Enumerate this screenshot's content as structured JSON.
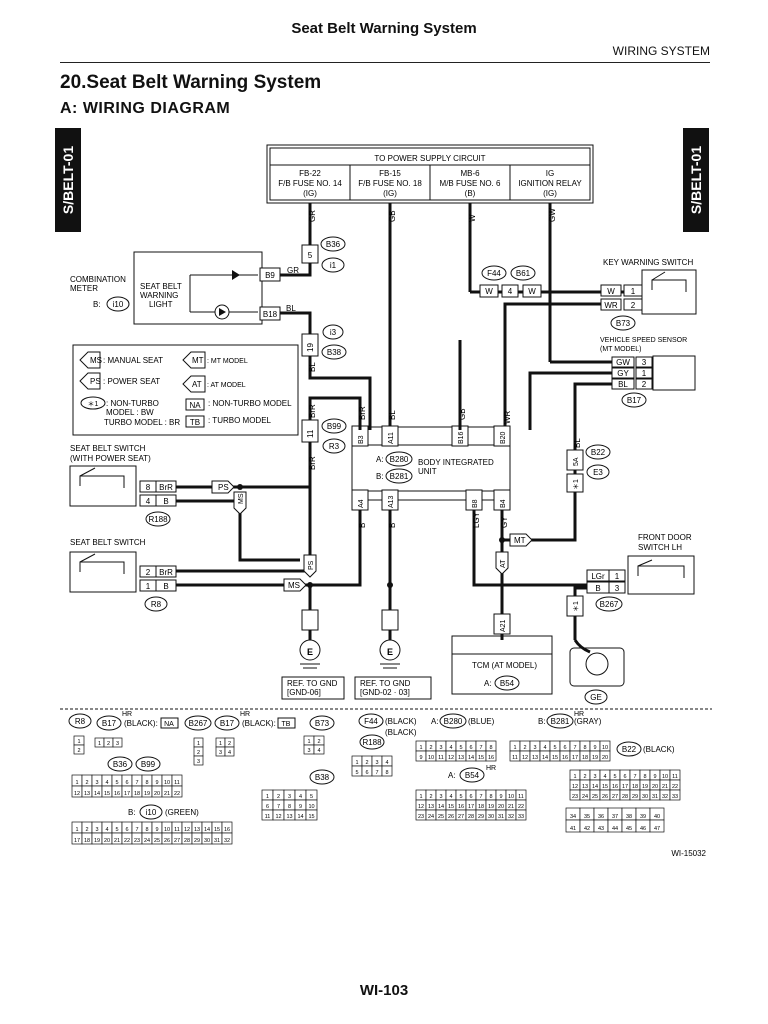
{
  "header": {
    "title": "Seat Belt Warning System",
    "section": "WIRING SYSTEM"
  },
  "chapter_title": "20.Seat Belt Warning System",
  "subsection_title": "A:  WIRING DIAGRAM",
  "side_tabs": {
    "left": "S/BELT-01",
    "right": "S/BELT-01"
  },
  "page_number": "WI-103",
  "figure_id": "WI-15032",
  "power_box": {
    "title": "TO POWER SUPPLY CIRCUIT",
    "fuses": [
      {
        "id": "FB-22",
        "desc": "F/B FUSE NO. 14",
        "feed": "(IG)"
      },
      {
        "id": "FB-15",
        "desc": "F/B FUSE NO. 18",
        "feed": "(IG)"
      },
      {
        "id": "MB-6",
        "desc": "M/B FUSE NO. 6",
        "feed": "(B)"
      },
      {
        "id": "IG",
        "desc": "IGNITION RELAY",
        "feed": "(IG)"
      }
    ]
  },
  "wire_colors": {
    "gr": "GR",
    "gb": "GB",
    "w": "W",
    "gw": "GW",
    "bl": "BL",
    "br": "BrR",
    "b": "B",
    "wr": "WR",
    "gy": "GY",
    "lgy": "LGY",
    "lgr": "LGr"
  },
  "connectors": {
    "b36": "B36",
    "i1": "i1",
    "i3": "i3",
    "b38": "B38",
    "b99": "B99",
    "r3": "R3",
    "f44": "F44",
    "b61": "B61",
    "b73": "B73",
    "b17": "B17",
    "b22": "B22",
    "e3": "E3",
    "r188": "R188",
    "r8": "R8",
    "b267": "B267",
    "b54": "B54",
    "ge": "GE",
    "b280": "B280",
    "b281": "B281",
    "b9": "B9",
    "b18": "B18",
    "i10": "i10"
  },
  "combination_meter": {
    "label_line1": "COMBINATION",
    "label_line2": "METER",
    "b_label": "B:",
    "light_line1": "SEAT BELT",
    "light_line2": "WARNING",
    "light_line3": "LIGHT"
  },
  "key_warning_switch": "KEY WARNING SWITCH",
  "vehicle_speed_sensor": {
    "line1": "VEHICLE SPEED SENSOR",
    "line2": "(MT MODEL)"
  },
  "legend": {
    "ms": "MS",
    "ms_text": ": MANUAL SEAT",
    "ps": "PS",
    "ps_text": ": POWER SEAT",
    "mt": "MT",
    "mt_text": ": MT MODEL",
    "at": "AT",
    "at_text": ":  AT MODEL",
    "star1": "＊1",
    "star1_text1": ": NON-TURBO",
    "star1_text2": "MODEL : BW",
    "star1_text3": "TURBO MODEL : BR",
    "na": "NA",
    "na_text": ": NON-TURBO MODEL",
    "tb": "TB",
    "tb_text": ": TURBO MODEL"
  },
  "body_integrated_unit": {
    "a": "A:",
    "b": "B:",
    "line1": "BODY INTEGRATED",
    "line2": "UNIT"
  },
  "seat_belt_switch_power": {
    "line1": "SEAT BELT SWITCH",
    "line2": "(WITH POWER SEAT)"
  },
  "seat_belt_switch": "SEAT BELT SWITCH",
  "front_door_switch": {
    "line1": "FRONT DOOR",
    "line2": "SWITCH LH"
  },
  "tcm": {
    "title": "TCM (AT MODEL)",
    "a": "A:"
  },
  "ground": {
    "ref1_line1": "REF. TO GND",
    "ref1_line2": "[GND-06]",
    "ref2_line1": "REF. TO GND",
    "ref2_line2": "[GND-02 · 03]",
    "symbol": "E"
  },
  "pin_labels": {
    "p1": "1",
    "p2": "2",
    "p3": "3",
    "p4": "4",
    "p8": "8",
    "p19": "19",
    "p11": "11",
    "p5": "5",
    "b9": "B9",
    "b18": "B18",
    "b16": "B16",
    "b20": "B20",
    "b3": "B3",
    "b4": "B4",
    "b8": "B8",
    "a11": "A11",
    "a13": "A13",
    "a4": "A4",
    "a21": "A21",
    "a5": "5A",
    "star1": "＊1"
  },
  "bottom_legend": {
    "r8": "R8",
    "b17": "B17",
    "hr": "HR",
    "black_na": "(BLACK):",
    "na": "NA",
    "b267": "B267",
    "b17b": "B17",
    "black_tb": "(BLACK):",
    "tb": "TB",
    "b73": "B73",
    "f44": "F44",
    "black": "(BLACK)",
    "black2": "(BLACK)",
    "a_b280": "A:",
    "b280": "B280",
    "blue": "(BLUE)",
    "b_b281": "B:",
    "b281": "B281",
    "gray": "(GRAY)",
    "b22": "B22",
    "black3": "(BLACK)",
    "r188": "R188",
    "b36": "B36",
    "b99": "B99",
    "b38": "B38",
    "a_b54": "A:",
    "b54": "B54",
    "b_i10": "B:",
    "i10": "i10",
    "green": "(GREEN)"
  }
}
